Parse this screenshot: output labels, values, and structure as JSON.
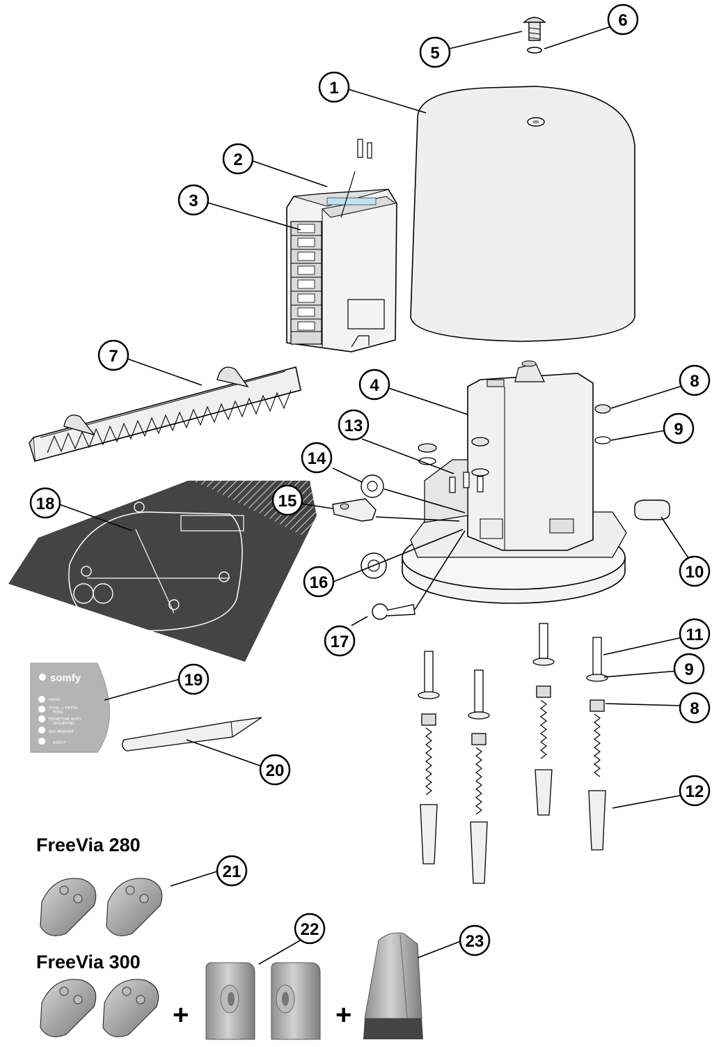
{
  "callouts": [
    {
      "number": "1"
    },
    {
      "number": "2"
    },
    {
      "number": "3"
    },
    {
      "number": "4"
    },
    {
      "number": "5"
    },
    {
      "number": "6"
    },
    {
      "number": "7"
    },
    {
      "number": "8"
    },
    {
      "number": "8"
    },
    {
      "number": "9"
    },
    {
      "number": "9"
    },
    {
      "number": "10"
    },
    {
      "number": "11"
    },
    {
      "number": "12"
    },
    {
      "number": "13"
    },
    {
      "number": "14"
    },
    {
      "number": "15"
    },
    {
      "number": "16"
    },
    {
      "number": "17"
    },
    {
      "number": "18"
    },
    {
      "number": "19"
    },
    {
      "number": "20"
    },
    {
      "number": "21"
    },
    {
      "number": "22"
    },
    {
      "number": "23"
    }
  ],
  "models": [
    {
      "title": "FreeVia 280"
    },
    {
      "title": "FreeVia 300"
    }
  ],
  "plus_sign": "+",
  "control_panel": {
    "brand": "somfy",
    "rows": [
      "RADIO",
      "TOTAL + PIETON",
      "TOTAL",
      "FERMETURE AUTO",
      "SEQUENTIEL",
      "RAZ MEMOIRE",
      "STATUT"
    ]
  },
  "colors": {
    "cover": "#efefef",
    "outline": "#000000",
    "dark_panel": "#444444",
    "grey_part": "#a7a7a7"
  }
}
